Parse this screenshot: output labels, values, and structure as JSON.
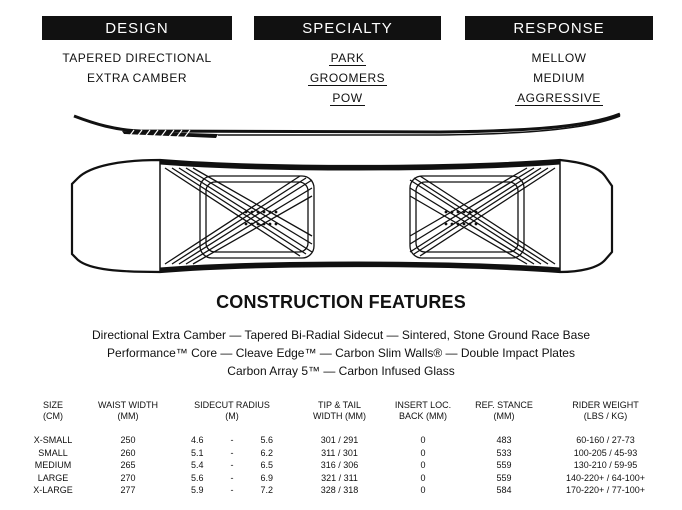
{
  "headers": {
    "design": "DESIGN",
    "specialty": "SPECIALTY",
    "response": "RESPONSE"
  },
  "design_items": [
    "TAPERED DIRECTIONAL",
    "EXTRA CAMBER"
  ],
  "specialty_items": [
    "PARK",
    "GROOMERS",
    "POW"
  ],
  "response_items": [
    "MELLOW",
    "MEDIUM",
    "AGGRESSIVE"
  ],
  "construction": {
    "title": "CONSTRUCTION FEATURES",
    "lines": [
      "Directional Extra Camber — Tapered Bi-Radial Sidecut — Sintered, Stone Ground Race Base",
      "Performance™ Core — Cleave Edge™ — Carbon Slim Walls® — Double Impact Plates",
      "Carbon Array 5™ — Carbon Infused Glass"
    ]
  },
  "table": {
    "headers": {
      "size": [
        "SIZE",
        "(CM)"
      ],
      "waist": [
        "WAIST WIDTH",
        "(MM)"
      ],
      "sidecut": [
        "SIDECUT RADIUS",
        "(M)"
      ],
      "tiptail": [
        "TIP & TAIL",
        "WIDTH (MM)"
      ],
      "insert": [
        "INSERT LOC.",
        "BACK (MM)"
      ],
      "stance": [
        "REF. STANCE",
        "(MM)"
      ],
      "rider": [
        "RIDER WEIGHT",
        "(LBS / KG)"
      ]
    },
    "rows": [
      {
        "size": "X-SMALL",
        "waist": "250",
        "sc_min": "4.6",
        "sep": "-",
        "sc_max": "5.6",
        "tiptail": "301 / 291",
        "insert": "0",
        "stance": "483",
        "rider": "60-160 / 27-73"
      },
      {
        "size": "SMALL",
        "waist": "260",
        "sc_min": "5.1",
        "sep": "-",
        "sc_max": "6.2",
        "tiptail": "311 / 301",
        "insert": "0",
        "stance": "533",
        "rider": "100-205 / 45-93"
      },
      {
        "size": "MEDIUM",
        "waist": "265",
        "sc_min": "5.4",
        "sep": "-",
        "sc_max": "6.5",
        "tiptail": "316 / 306",
        "insert": "0",
        "stance": "559",
        "rider": "130-210 / 59-95"
      },
      {
        "size": "LARGE",
        "waist": "270",
        "sc_min": "5.6",
        "sep": "-",
        "sc_max": "6.9",
        "tiptail": "321 / 311",
        "insert": "0",
        "stance": "559",
        "rider": "140-220+ / 64-100+"
      },
      {
        "size": "X-LARGE",
        "waist": "277",
        "sc_min": "5.9",
        "sep": "-",
        "sc_max": "7.2",
        "tiptail": "328 / 318",
        "insert": "0",
        "stance": "584",
        "rider": "170-220+ / 77-100+"
      }
    ]
  }
}
